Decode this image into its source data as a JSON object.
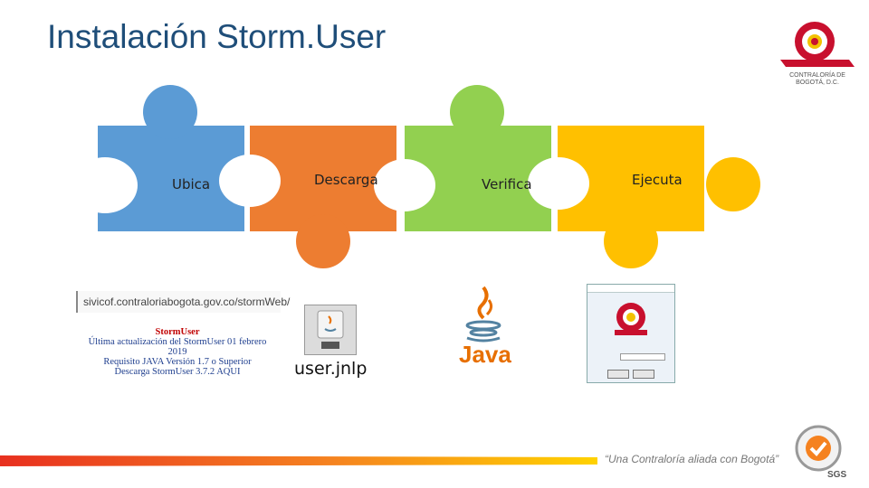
{
  "title": "Instalación Storm.User",
  "steps": [
    {
      "label": "Ubica",
      "color": "#5b9bd5"
    },
    {
      "label": "Descarga",
      "color": "#ed7d31"
    },
    {
      "label": "Verifica",
      "color": "#92d050"
    },
    {
      "label": "Ejecuta",
      "color": "#ffc000"
    }
  ],
  "ubica": {
    "url": "sivicof.contraloriabogota.gov.co/stormWeb/",
    "lines": [
      "StormUser",
      "Última actualización del StormUser 01 febrero 2019",
      "Requisito JAVA Versión 1.7 o Superior",
      "Descarga StormUser 3.7.2 AQUI"
    ]
  },
  "descarga": {
    "file_label": "user.jnlp",
    "icon": "java-file-icon"
  },
  "verifica": {
    "logo_text": "Java",
    "icon": "java-logo-icon"
  },
  "ejecuta": {
    "window_icon": "stormuser-login-window"
  },
  "logo": {
    "icon": "contraloria-90-anos-logo",
    "text": "CONTRALORÍA DE BOGOTÁ, D.C."
  },
  "footer": {
    "tagline": "“Una Contraloría aliada con Bogotá”",
    "sgs_icon": "sgs-certification-seal",
    "sgs_text": "SGS"
  }
}
